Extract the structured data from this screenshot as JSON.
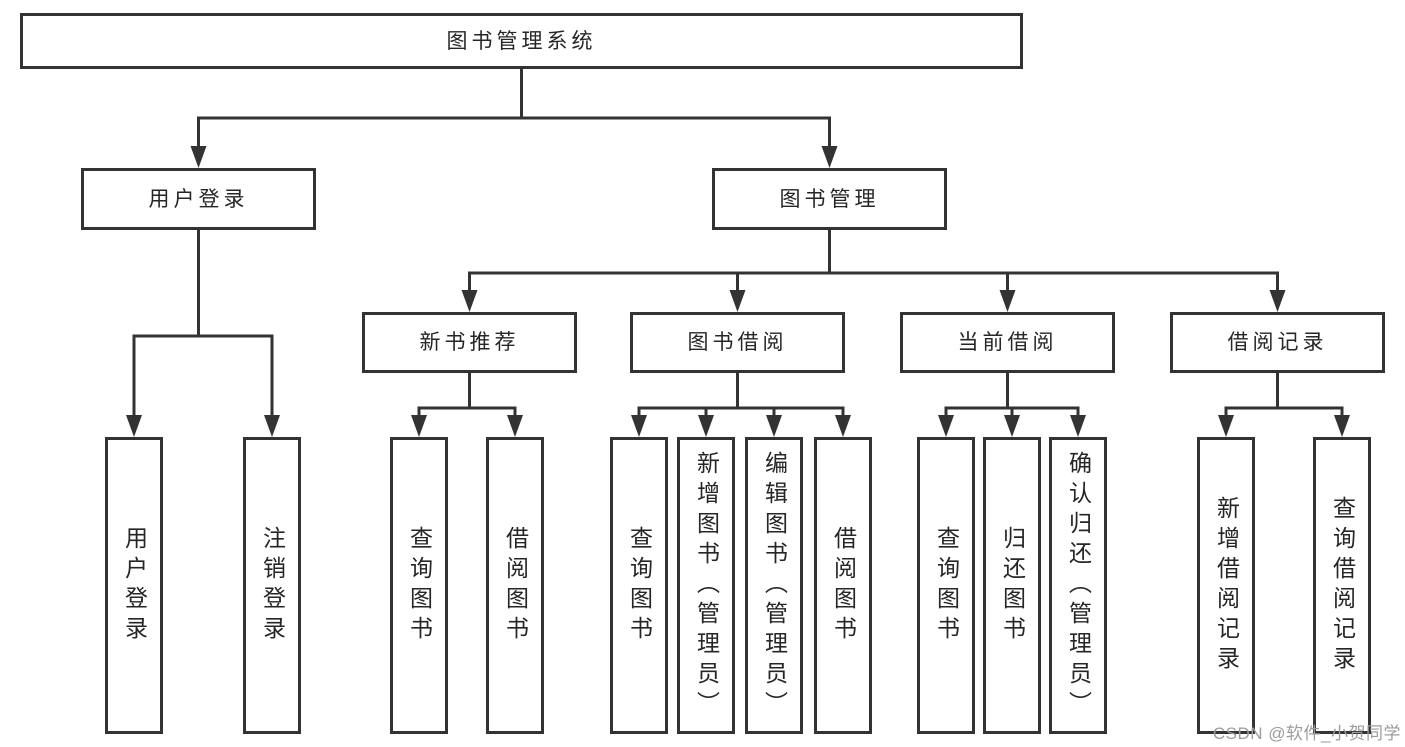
{
  "diagram": {
    "type": "tree",
    "root": {
      "label": "图书管理系统"
    },
    "level2": [
      {
        "id": "user-login",
        "label": "用户登录",
        "parent": "图书管理系统"
      },
      {
        "id": "book-management",
        "label": "图书管理",
        "parent": "图书管理系统"
      }
    ],
    "level3": [
      {
        "id": "new-book-recommendation",
        "label": "新书推荐",
        "parent": "图书管理"
      },
      {
        "id": "book-borrowing",
        "label": "图书借阅",
        "parent": "图书管理"
      },
      {
        "id": "current-borrowing",
        "label": "当前借阅",
        "parent": "图书管理"
      },
      {
        "id": "borrowing-records",
        "label": "借阅记录",
        "parent": "图书管理"
      }
    ],
    "leaves": [
      {
        "id": "leaf-user-login",
        "label": "用户登录",
        "parent": "用户登录"
      },
      {
        "id": "leaf-logout",
        "label": "注销登录",
        "parent": "用户登录"
      },
      {
        "id": "leaf-query-books-1",
        "label": "查询图书",
        "parent": "新书推荐"
      },
      {
        "id": "leaf-borrow-books-1",
        "label": "借阅图书",
        "parent": "新书推荐"
      },
      {
        "id": "leaf-query-books-2",
        "label": "查询图书",
        "parent": "图书借阅"
      },
      {
        "id": "leaf-add-books-admin",
        "label": "新增图书（管理员）",
        "parent": "图书借阅"
      },
      {
        "id": "leaf-edit-books-admin",
        "label": "编辑图书（管理员）",
        "parent": "图书借阅"
      },
      {
        "id": "leaf-borrow-books-2",
        "label": "借阅图书",
        "parent": "图书借阅"
      },
      {
        "id": "leaf-query-books-3",
        "label": "查询图书",
        "parent": "当前借阅"
      },
      {
        "id": "leaf-return-books",
        "label": "归还图书",
        "parent": "当前借阅"
      },
      {
        "id": "leaf-confirm-return-admin",
        "label": "确认归还（管理员）",
        "parent": "当前借阅"
      },
      {
        "id": "leaf-add-borrow-record",
        "label": "新增借阅记录",
        "parent": "借阅记录"
      },
      {
        "id": "leaf-query-borrow-record",
        "label": "查询借阅记录",
        "parent": "借阅记录"
      }
    ]
  },
  "watermark": {
    "text": "CSDN @软件_小贺同学",
    "color": "#9c9c9c"
  },
  "colors": {
    "line": "#333333",
    "box_border": "#333333",
    "text": "#262626",
    "background": "#ffffff"
  }
}
